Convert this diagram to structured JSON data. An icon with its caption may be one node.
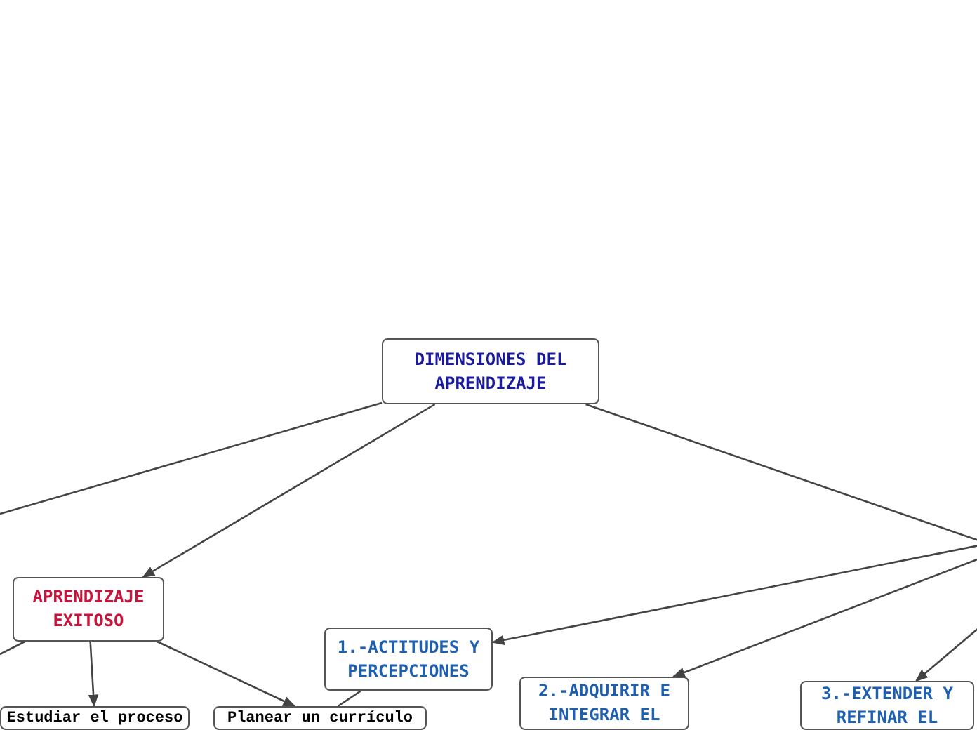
{
  "diagram": {
    "nodes": [
      {
        "text": [
          "DIMENSIONES DEL APRENDIZAJE"
        ]
      },
      {
        "text": [
          "APRENDIZAJE EXITOSO"
        ]
      },
      {
        "text": [
          "1.-ACTITUDES Y PERCEPCIONES"
        ]
      },
      {
        "text": [
          "Estudiar el proceso"
        ]
      },
      {
        "text": [
          "Planear un currículo"
        ]
      },
      {
        "text": [
          "2.-ADQUIRIR E INTEGRAR EL"
        ]
      },
      {
        "text": [
          "3.-EXTENDER Y REFINAR EL"
        ]
      }
    ],
    "edges": [
      {
        "from": 0,
        "to": null,
        "arrow": "none"
      },
      {
        "from": 0,
        "to": 1,
        "arrow": "to"
      },
      {
        "from": 0,
        "to": null,
        "arrow": "none"
      },
      {
        "from": null,
        "to": 2,
        "arrow": "to"
      },
      {
        "from": null,
        "to": 5,
        "arrow": "to"
      },
      {
        "from": null,
        "to": 6,
        "arrow": "to"
      },
      {
        "from": 1,
        "to": null,
        "arrow": "none"
      },
      {
        "from": 1,
        "to": 3,
        "arrow": "to"
      },
      {
        "from": 1,
        "to": 4,
        "arrow": "to"
      },
      {
        "from": 2,
        "to": 4,
        "arrow": "none"
      }
    ]
  }
}
